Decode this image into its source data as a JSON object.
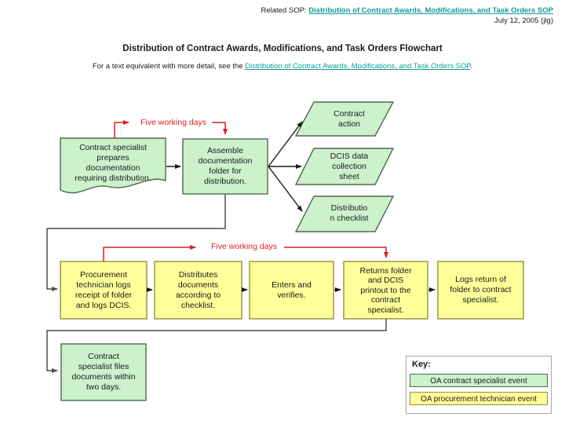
{
  "header": {
    "related_sop_label": "Related SOP:",
    "related_sop_link": "Distribution of Contract Awards, Modifications, and Task Orders SOP",
    "date": "July 12, 2005 (jlg)"
  },
  "title": "Distribution of Contract Awards, Modifications, and Task Orders Flowchart",
  "subtitle": {
    "prefix": "For a text equivalent with more detail, see the ",
    "link": "Distribution of Contract Awards, Modifications, and Task Orders SOP",
    "suffix": "."
  },
  "labels": {
    "five_working_days_top": "Five working days",
    "five_working_days_mid": "Five working days"
  },
  "nodes": {
    "prepare": {
      "shape": "document",
      "lines": [
        "Contract specialist",
        "prepares",
        "documentation",
        "requiring distribution."
      ]
    },
    "assemble": {
      "shape": "rect",
      "lines": [
        "Assemble",
        "documentation",
        "folder for",
        "distribution."
      ]
    },
    "contract_action": {
      "shape": "parallelogram",
      "lines": [
        "Contract",
        "action"
      ]
    },
    "dcis_sheet": {
      "shape": "parallelogram",
      "lines": [
        "DCIS data",
        "collection",
        "sheet"
      ]
    },
    "dist_checklist": {
      "shape": "parallelogram",
      "lines": [
        "Distributio",
        "n checklist"
      ]
    },
    "log_receipt": {
      "shape": "rect",
      "lines": [
        "Procurement",
        "technician logs",
        "receipt of folder",
        "and logs DCIS."
      ]
    },
    "distribute": {
      "shape": "rect",
      "lines": [
        "Distributes",
        "documents",
        "according to",
        "checklist."
      ]
    },
    "enter_verify": {
      "shape": "rect",
      "lines": [
        "Enters and",
        "verifies."
      ]
    },
    "returns_folder": {
      "shape": "rect",
      "lines": [
        "Returns folder",
        "and DCIS",
        "printout to the",
        "contract",
        "specialist."
      ]
    },
    "logs_return": {
      "shape": "rect",
      "lines": [
        "Logs return of",
        "folder to contract",
        "specialist."
      ]
    },
    "files_docs": {
      "shape": "rect",
      "lines": [
        "Contract",
        "specialist files",
        "documents within",
        "two days."
      ]
    }
  },
  "key": {
    "title": "Key:",
    "items": [
      {
        "label": "OA contract specialist event",
        "color": "#ccf1cb"
      },
      {
        "label": "OA procurement technician event",
        "color": "#ffff99"
      }
    ]
  },
  "colors": {
    "green_fill": "#ccf1cb",
    "green_border": "#4d6b4d",
    "yellow_fill": "#ffff99",
    "yellow_border": "#91903f",
    "arrow_red": "#dd1f1f",
    "link_teal": "#129a9a",
    "connector_gray": "#4d4d4d",
    "arrow_black": "#1a1a1a"
  }
}
